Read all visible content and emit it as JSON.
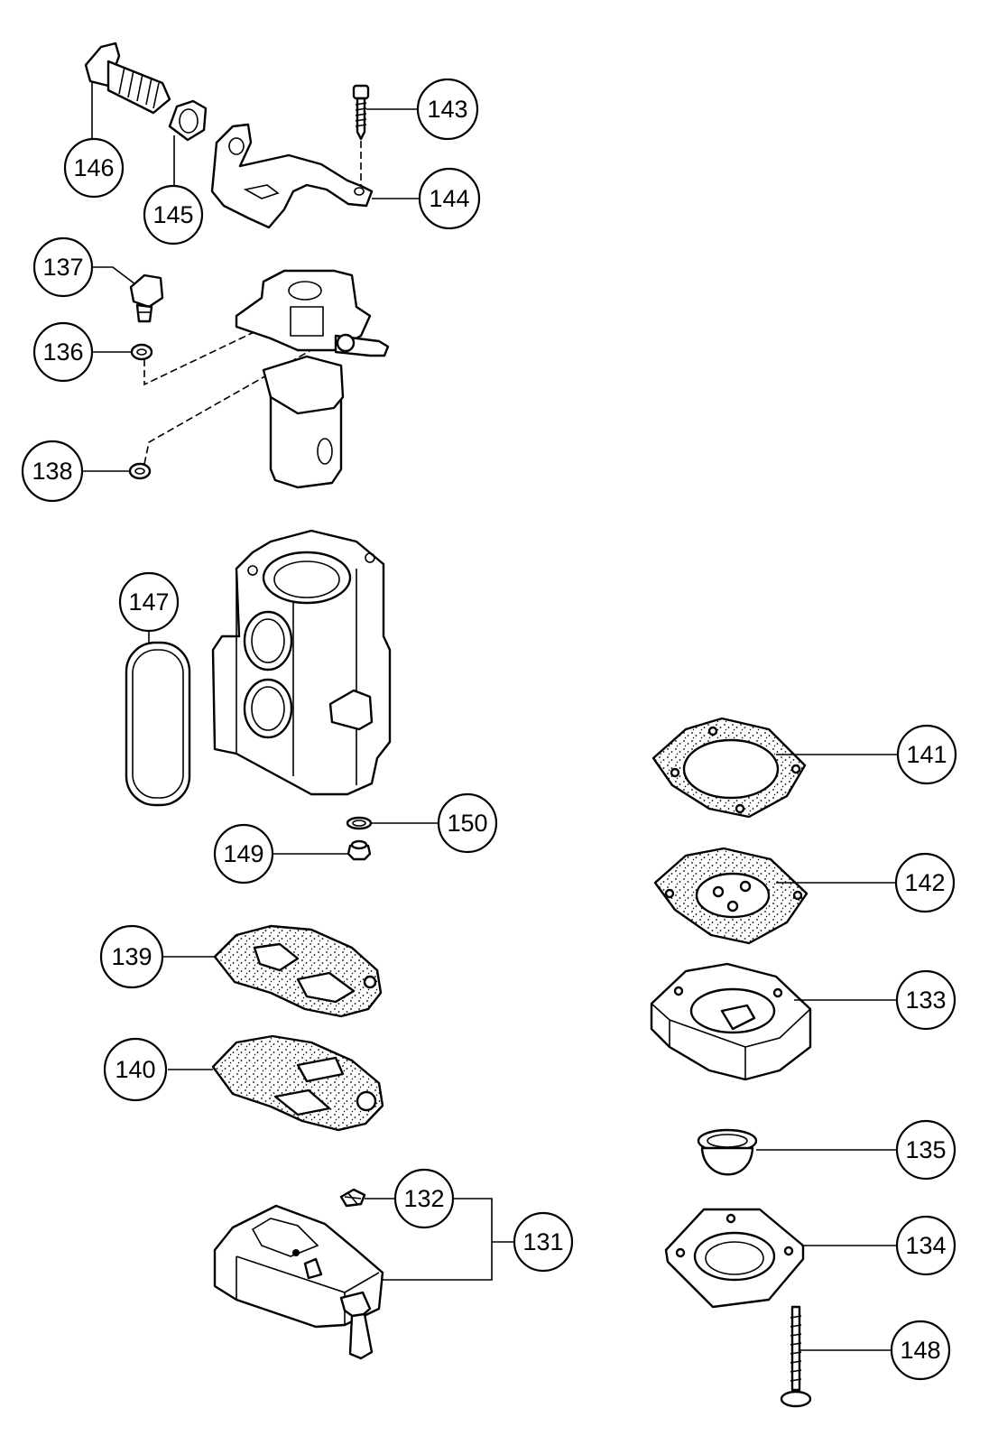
{
  "diagram": {
    "callouts": [
      {
        "id": "146",
        "label": "146"
      },
      {
        "id": "145",
        "label": "145"
      },
      {
        "id": "143",
        "label": "143"
      },
      {
        "id": "144",
        "label": "144"
      },
      {
        "id": "137",
        "label": "137"
      },
      {
        "id": "136",
        "label": "136"
      },
      {
        "id": "138",
        "label": "138"
      },
      {
        "id": "147",
        "label": "147"
      },
      {
        "id": "150",
        "label": "150"
      },
      {
        "id": "149",
        "label": "149"
      },
      {
        "id": "139",
        "label": "139"
      },
      {
        "id": "140",
        "label": "140"
      },
      {
        "id": "132",
        "label": "132"
      },
      {
        "id": "131",
        "label": "131"
      },
      {
        "id": "141",
        "label": "141"
      },
      {
        "id": "142",
        "label": "142"
      },
      {
        "id": "133",
        "label": "133"
      },
      {
        "id": "135",
        "label": "135"
      },
      {
        "id": "134",
        "label": "134"
      },
      {
        "id": "148",
        "label": "148"
      }
    ]
  }
}
